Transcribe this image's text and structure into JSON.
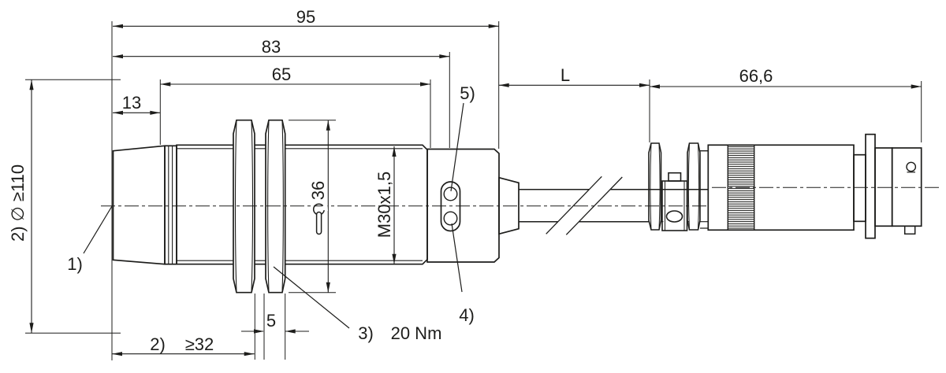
{
  "dimensions": {
    "overall_length": "95",
    "length_to_led": "83",
    "thread_length": "65",
    "head_length": "13",
    "cable_length": "L",
    "connector_length": "66,6",
    "lock_nut_width": "5",
    "clearance_note_ref": "2)",
    "min_clearance": "≥32",
    "free_space_diameter": "2) ∅ ≥110",
    "wrench_size": "36",
    "thread_spec": "M30x1,5"
  },
  "callouts": {
    "c1": "1)",
    "c3": "3)",
    "c3_torque": "20 Nm",
    "c4": "4)",
    "c5": "5)"
  },
  "symbols": {
    "wrench-icon": "open-end-wrench",
    "diameter": "∅"
  },
  "colors": {
    "line": "#1d1d1b",
    "background": "#ffffff"
  }
}
